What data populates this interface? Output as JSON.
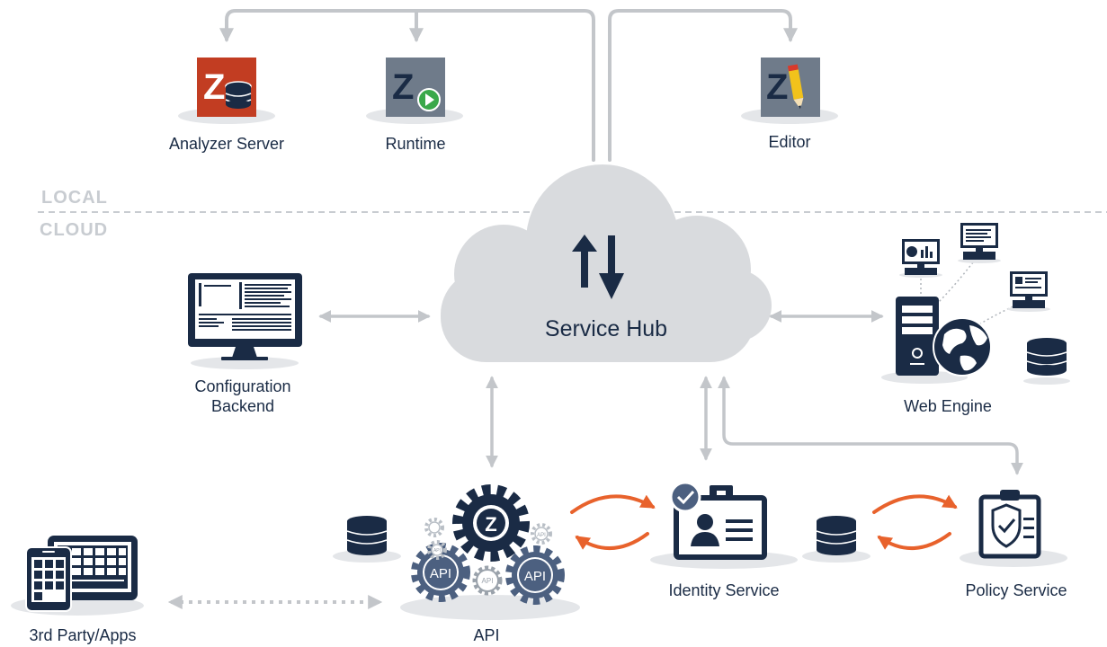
{
  "zones": {
    "local": "LOCAL",
    "cloud": "CLOUD"
  },
  "hub": {
    "label": "Service Hub",
    "icon": "up-down-arrows-icon"
  },
  "nodes": {
    "analyzer": {
      "label": "Analyzer Server",
      "icon": "analyzer-server-icon",
      "color": "#c23d22"
    },
    "runtime": {
      "label": "Runtime",
      "icon": "runtime-icon",
      "color": "#6f7b8a"
    },
    "editor": {
      "label": "Editor",
      "icon": "editor-icon",
      "color": "#6f7b8a"
    },
    "config": {
      "label_line1": "Configuration",
      "label_line2": "Backend",
      "icon": "monitor-icon"
    },
    "web": {
      "label": "Web Engine",
      "icon": "web-engine-icon"
    },
    "api": {
      "label": "API",
      "icon": "api-gears-icon",
      "gear_text": "API",
      "small_gear_text": "API",
      "main_gear_text": "Z"
    },
    "identity": {
      "label": "Identity Service",
      "icon": "identity-card-icon"
    },
    "policy": {
      "label": "Policy Service",
      "icon": "policy-clipboard-icon"
    },
    "third": {
      "label": "3rd Party/Apps",
      "icon": "devices-icon"
    }
  },
  "colors": {
    "navy": "#1a2b45",
    "accent": "#e8622c",
    "connector": "#c3c6ca",
    "cloud": "#d9dbde"
  }
}
